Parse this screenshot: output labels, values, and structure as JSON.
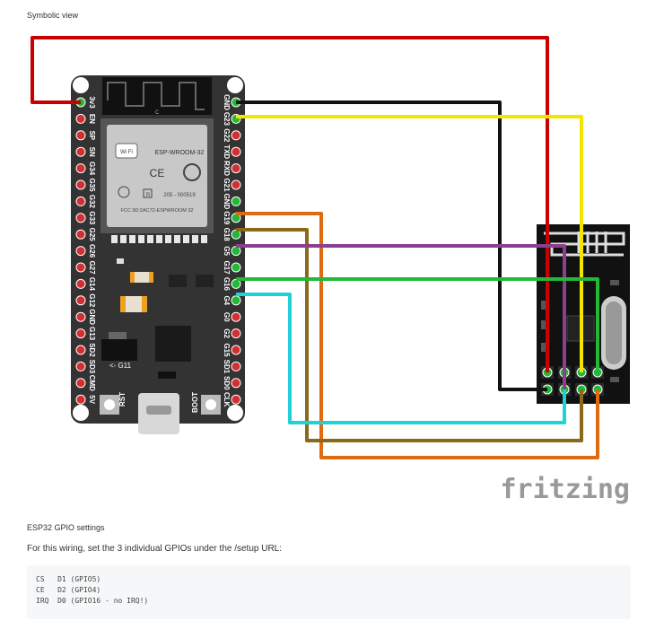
{
  "diagram_caption": "Symbolic view",
  "board": {
    "brand_label": "ESP-WROOM-32",
    "cert_label": "205 - 000519",
    "fcc_label": "FCC 9D:2AC72-ESPWROOM 32",
    "wifi_label": "Wi Fi",
    "ce_label": "CE",
    "r_label": "R",
    "c_label": "C",
    "rst_label": "RST",
    "boot_label": "BOOT",
    "g11_label": "<- G11",
    "left_pins": [
      "3v3",
      "EN",
      "SP",
      "SN",
      "G34",
      "G35",
      "G32",
      "G33",
      "G25",
      "G26",
      "G27",
      "G14",
      "G12",
      "GND",
      "G13",
      "SD2",
      "SD3",
      "CMD",
      "5V"
    ],
    "right_pins": [
      "GND",
      "G23",
      "G22",
      "TXD",
      "RXD",
      "G21",
      "GND",
      "G19",
      "G18",
      "G5",
      "G17",
      "G16",
      "G4",
      "G0",
      "G2",
      "G15",
      "SD1",
      "SD0",
      "CLK"
    ]
  },
  "watermark": "fritzing",
  "settings": {
    "title": "ESP32 GPIO settings",
    "intro": "For this wiring, set the 3 individual GPIOs under the /setup URL:",
    "code_lines": [
      "CS   D1 (GPIO5)",
      "CE   D2 (GPIO4)",
      "IRQ  D0 (GPIO16 - no IRQ!)"
    ]
  },
  "wire_colors": {
    "vcc": "#c80000",
    "gnd": "#111111",
    "mosi": "#f2e600",
    "sck": "#e06a10",
    "miso": "#8a6a1a",
    "cs": "#8b3f8f",
    "ce": "#22b838",
    "irq": "#22d0d8"
  }
}
